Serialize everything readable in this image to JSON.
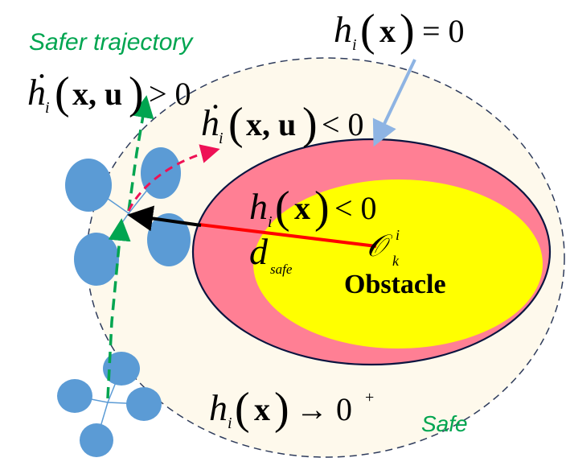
{
  "labels": {
    "safer_trajectory": "Safer trajectory",
    "obstacle": "Obstacle",
    "safe": "Safe",
    "d_safe_main": "d",
    "d_safe_sub": "safe",
    "O_main": "𝒪",
    "O_sup": "i",
    "O_sub": "k"
  },
  "equations": {
    "boundary": {
      "h": "h",
      "i": "i",
      "lp": "(",
      "x": "x",
      "rp": ")",
      "rel": "= 0"
    },
    "inside": {
      "h": "h",
      "i": "i",
      "lp": "(",
      "x": "x",
      "rp": ")",
      "rel": "< 0"
    },
    "hdot_pos": {
      "h": "ḣ",
      "i": "i",
      "lp": "(",
      "xu": "x, u",
      "rp": ")",
      "rel": "> 0"
    },
    "hdot_neg": {
      "h": "ḣ",
      "i": "i",
      "lp": "(",
      "xu": "x, u",
      "rp": ")",
      "rel": "< 0"
    },
    "limit": {
      "h": "h",
      "i": "i",
      "lp": "(",
      "x": "x",
      "rp": ")",
      "rel": "→ 0",
      "sup": "+"
    }
  },
  "colors": {
    "safe_region": "#FEF9EC",
    "boundary_ring": "#FF7F94",
    "obstacle_core": "#FFFF00",
    "drone": "#5B9BD5",
    "green": "#00A550",
    "red": "#FF0000",
    "dashed_red": "#EE1155",
    "arrow_blue": "#8EB4E3",
    "text": "#000000"
  }
}
